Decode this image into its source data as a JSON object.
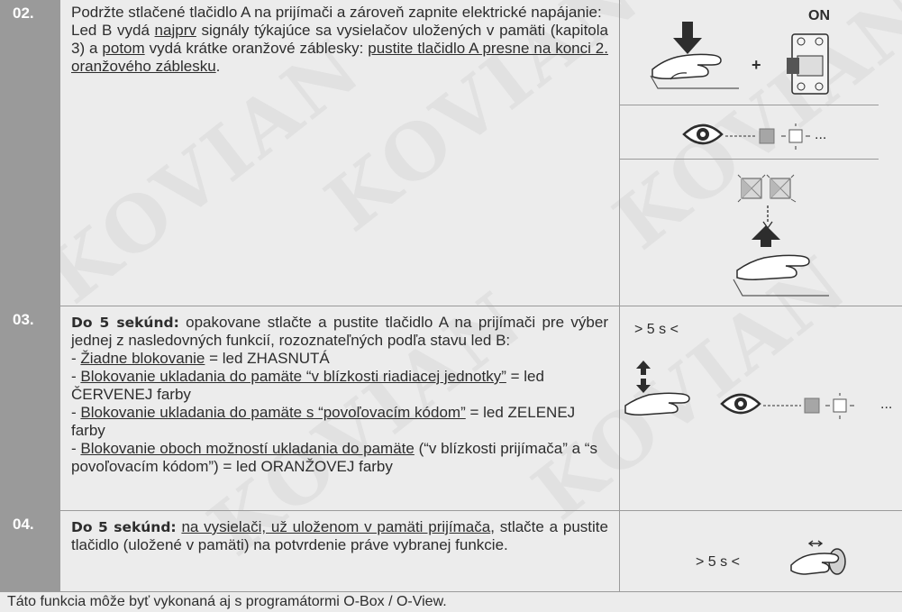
{
  "steps": [
    {
      "number": "02.",
      "line1": "Podržte stlačené tlačidlo A na prijímači a zároveň zapnite elektrické napájanie:",
      "line2_a": "Led B vydá ",
      "line2_u1": "najprv",
      "line2_b": " signály týkajúce sa vysielačov uložených v pamäti (kapitola 3) a ",
      "line2_u2": "potom",
      "line2_c": " vydá krátke oranžové záblesky: ",
      "line2_u3": "pustite tlačidlo A presne na konci 2. oranžového záblesku",
      "line2_d": ".",
      "figure_label_on": "ON",
      "figure_plus": "+",
      "figure_dots": "..."
    },
    {
      "number": "03.",
      "bold": "Do 5 sekúnd:",
      "intro": " opakovane stlačte a pustite tlačidlo A na prijímači pre výber jednej z nasledovných funkcií, rozoznateľných podľa stavu led B:",
      "options": [
        {
          "prefix": "- ",
          "label": "Žiadne blokovanie",
          "suffix": " = led ZHASNUTÁ"
        },
        {
          "prefix": "- ",
          "label": "Blokovanie ukladania do pamäte “v blízkosti riadiacej jednotky”",
          "suffix": " = led ČERVENEJ farby"
        },
        {
          "prefix": "- ",
          "label": "Blokovanie ukladania do pamäte s “povoľovacím kódom”",
          "suffix": " = led ZELENEJ farby"
        },
        {
          "prefix": "- ",
          "label": "Blokovanie oboch možností ukladania do pamäte",
          "suffix": " (“v blízkosti prijímača” a “s povoľovacím kódom”) = led ORANŽOVEJ farby"
        }
      ],
      "figure_time": "> 5 s <",
      "figure_dots": "..."
    },
    {
      "number": "04.",
      "bold": "Do 5 sekúnd:",
      "sp": " ",
      "underlined": "na vysielači, už uloženom v pamäti prijímača",
      "rest": ", stlačte a pustite tlačidlo (uložené v pamäti) na potvrdenie práve vybranej funkcie.",
      "figure_time": "> 5 s <"
    }
  ],
  "footer": "Táto funkcia môže byť vykonaná aj s programátormi O-Box / O-View.",
  "watermark": "KOVIAN",
  "colors": {
    "number_bg": "#9a9a9a",
    "page_bg": "#ececec",
    "led_orange": "#a6a6a6"
  }
}
